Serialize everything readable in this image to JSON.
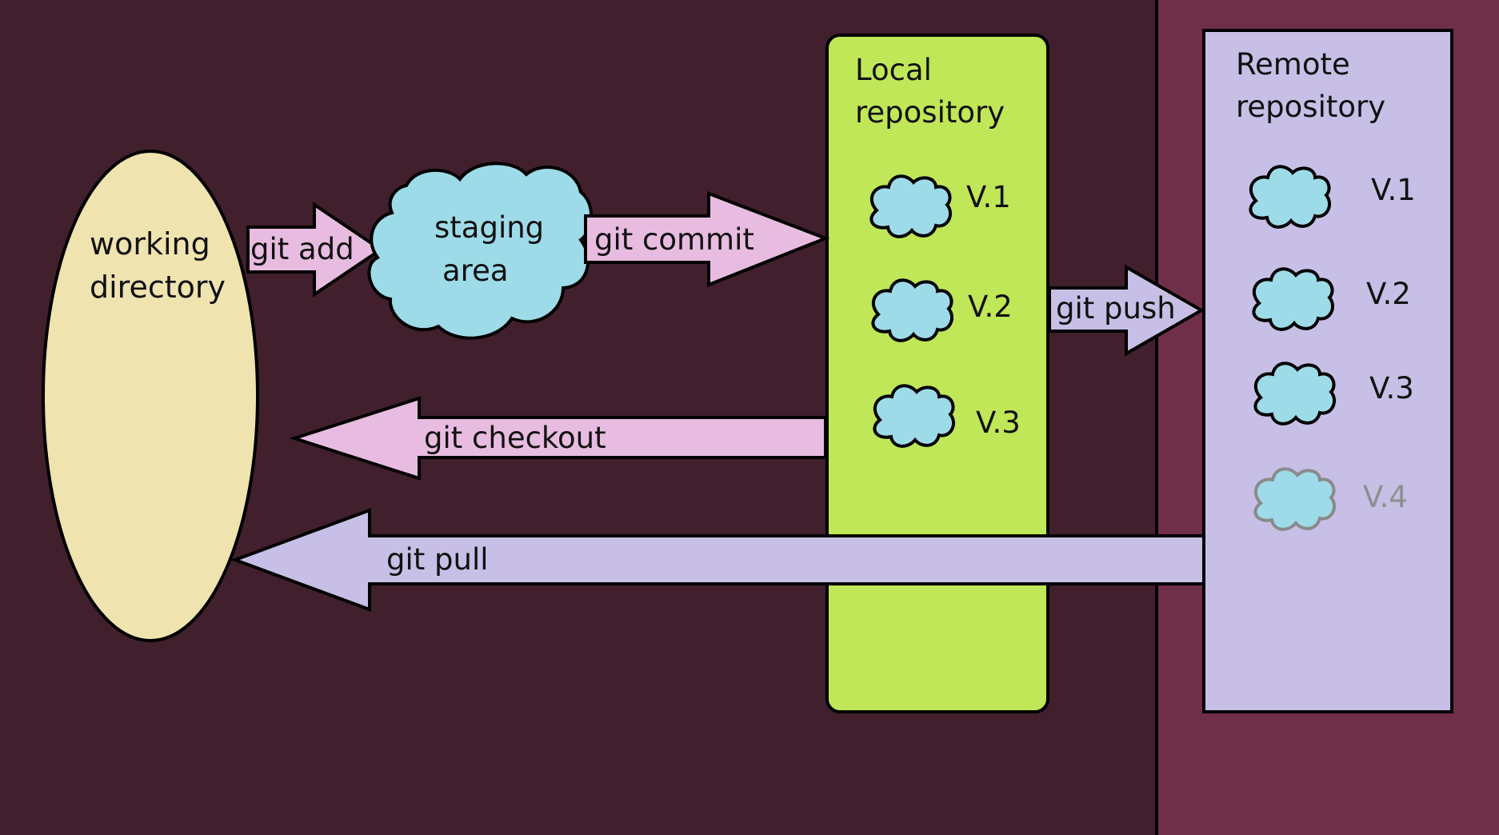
{
  "diagram": {
    "colors": {
      "background_left": "#411f2d",
      "background_right": "#702f48",
      "working_directory": "#efe3b0",
      "cloud": "#9edbe9",
      "cloud_faded_outline": "#8a8a8a",
      "local_repo": "#c0e757",
      "remote_repo": "#c7bfe6",
      "arrow_pink": "#e8bce0",
      "arrow_lavender": "#c7bfe6",
      "outline": "#000000",
      "faded_text": "#8f8f8f"
    },
    "working_directory": {
      "line1": "working",
      "line2": "directory"
    },
    "staging_area": {
      "line1": "staging",
      "line2": "area"
    },
    "local_repository": {
      "line1": "Local",
      "line2": "repository",
      "versions": [
        "V.1",
        "V.2",
        "V.3"
      ]
    },
    "remote_repository": {
      "line1": "Remote",
      "line2": "repository",
      "versions": [
        "V.1",
        "V.2",
        "V.3"
      ],
      "pending_version": "V.4"
    },
    "commands": {
      "add": "git add",
      "commit": "git commit",
      "push": "git push",
      "checkout": "git checkout",
      "pull": "git pull"
    }
  }
}
